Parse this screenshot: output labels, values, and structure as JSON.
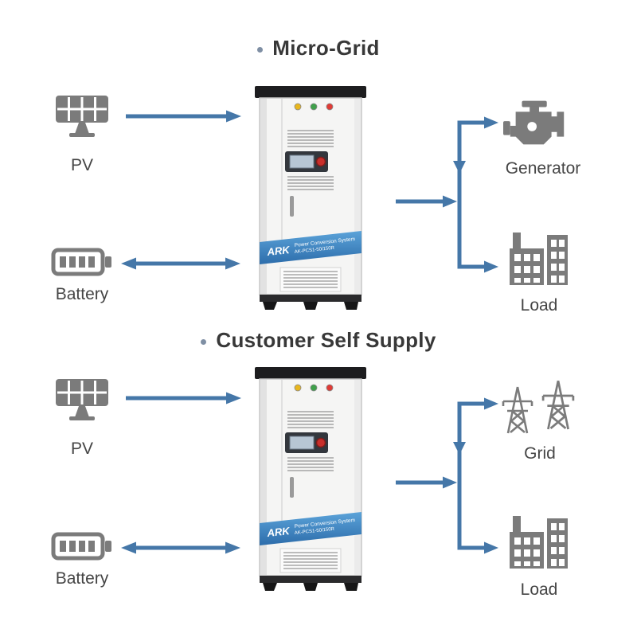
{
  "colors": {
    "arrow_blue": "#4577a8",
    "icon_gray": "#7b7b7b",
    "title_text": "#383838",
    "stripe_blue_top": "#5ba3d9",
    "stripe_blue_bottom": "#2d6dab",
    "indicator_yellow": "#e8b61e",
    "indicator_green": "#3fa04a",
    "indicator_red": "#df3b36"
  },
  "cabinet": {
    "brand": "ARK",
    "line1": "Power Conversion System",
    "line2": "AK-PCS1-50/150R"
  },
  "sections": [
    {
      "title": "Micro-Grid",
      "sources": [
        {
          "label": "PV",
          "icon": "solar-panel-icon",
          "arrow_direction": "to-pcs"
        },
        {
          "label": "Battery",
          "icon": "battery-icon",
          "arrow_direction": "bidirectional"
        }
      ],
      "outputs": [
        {
          "label": "Generator",
          "icon": "engine-icon"
        },
        {
          "label": "Load",
          "icon": "factory-building-icon"
        }
      ]
    },
    {
      "title": "Customer Self Supply",
      "sources": [
        {
          "label": "PV",
          "icon": "solar-panel-icon",
          "arrow_direction": "to-pcs"
        },
        {
          "label": "Battery",
          "icon": "battery-icon",
          "arrow_direction": "bidirectional"
        }
      ],
      "outputs": [
        {
          "label": "Grid",
          "icon": "transmission-tower-icon"
        },
        {
          "label": "Load",
          "icon": "factory-building-icon"
        }
      ]
    }
  ]
}
